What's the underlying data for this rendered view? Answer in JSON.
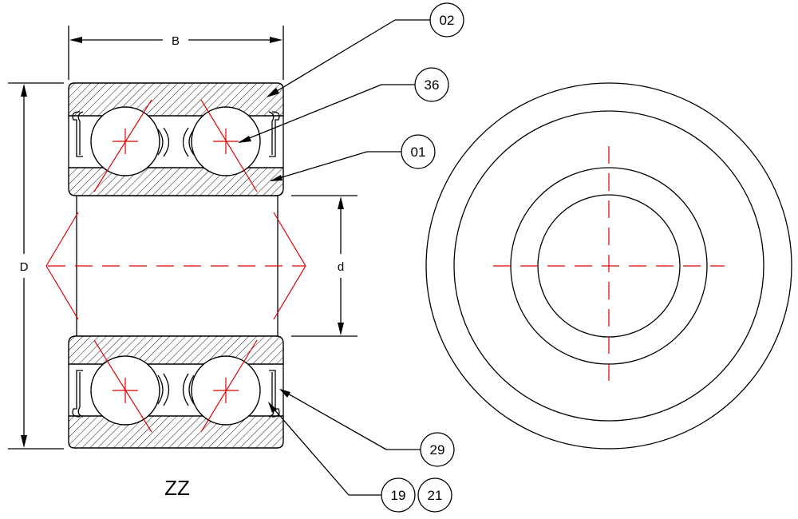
{
  "title": "ZZ",
  "dimensions": {
    "width": "B",
    "outer_diameter": "D",
    "bore": "d"
  },
  "callouts": {
    "outer_ring": "02",
    "ball": "36",
    "inner_ring": "01",
    "shield": "29",
    "part_19": "19",
    "part_21": "21"
  },
  "colors": {
    "outline": "#000000",
    "centerline": "#e00000"
  }
}
